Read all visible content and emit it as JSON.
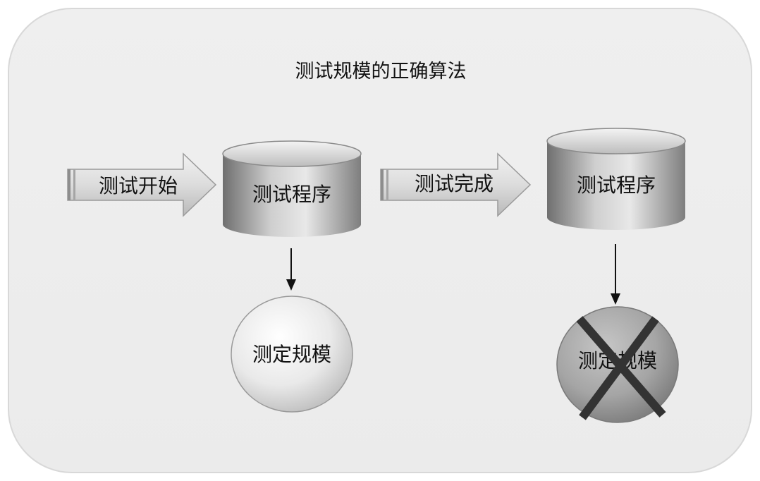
{
  "title": "测试规模的正确算法",
  "arrows": {
    "start": "测试开始",
    "done": "测试完成"
  },
  "cylinders": {
    "left": "测试程序",
    "right": "测试程序"
  },
  "circles": {
    "left": "测定规模",
    "right": "测定规模"
  },
  "colors": {
    "panel": "#eeeeee",
    "cylinder_light": "#e6e6e6",
    "cylinder_dark": "#7a7a7a",
    "arrow_fill": "#d8d8d8",
    "cross": "#333333"
  }
}
